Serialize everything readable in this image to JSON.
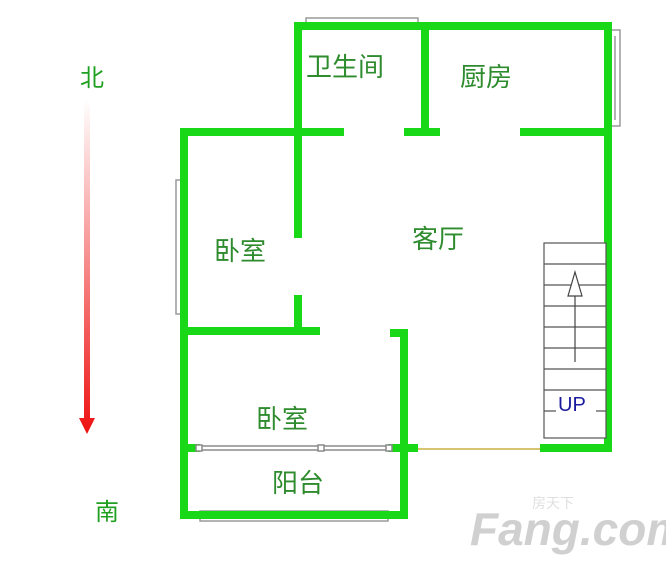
{
  "rooms": {
    "bathroom": "卫生间",
    "kitchen": "厨房",
    "living_room": "客厅",
    "bedroom_west": "卧室",
    "bedroom_south": "卧室",
    "balcony": "阳台"
  },
  "compass": {
    "north": "北",
    "south": "南"
  },
  "stairs": {
    "label": "UP"
  },
  "watermark": {
    "brand": "Fang.com",
    "site_cn": "房天下"
  },
  "colors": {
    "wall": "#18d818",
    "arrow": "#ee1111",
    "window": "#999999"
  }
}
